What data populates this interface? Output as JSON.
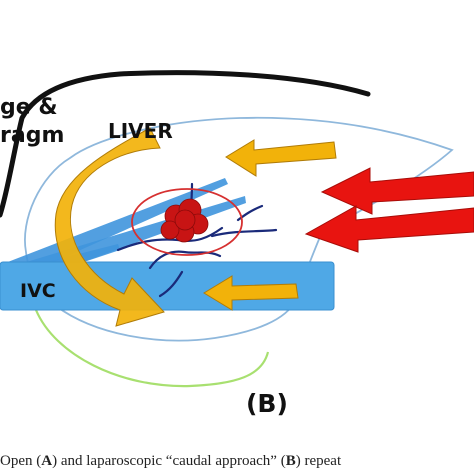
{
  "labels": {
    "diaphragm_line1": "ge &",
    "diaphragm_line2": "ragm",
    "liver": "LIVER",
    "ivc": "IVC",
    "panel": "(B)"
  },
  "caption": {
    "pre": "Open (",
    "a": "A",
    "mid": ") and laparoscopic “caudal approach” (",
    "b": "B",
    "post": ") repeat"
  },
  "colors": {
    "liver_outline": "#8fb8dc",
    "ivc_fill": "#4fa8e6",
    "ivc_edge": "#3a8fd0",
    "vessel_blue": "#3f95dd",
    "tumor": "#c81414",
    "tumor_ring": "#d63030",
    "red_arrow": "#e81410",
    "yellow_arrow": "#f2b20a",
    "yellow_arrow_dark": "#b07c08",
    "caudate_green": "#a8e070",
    "dark_vessel": "#1a2a7a",
    "diaphragm": "#111111"
  }
}
